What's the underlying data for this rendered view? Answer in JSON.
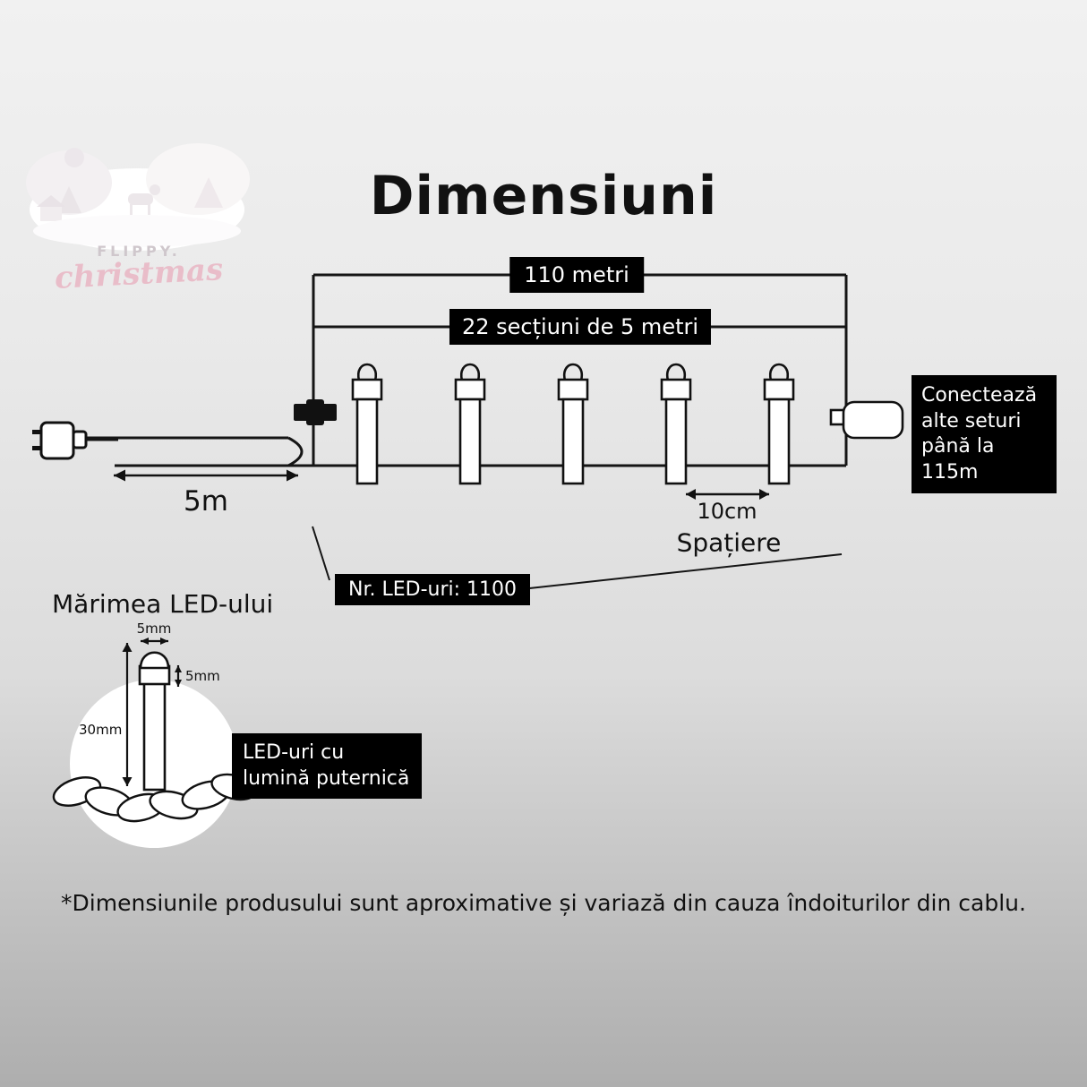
{
  "title": "Dimensiuni",
  "logo": {
    "brand": "FLIPPY.",
    "brand_script": "christmas"
  },
  "diagram": {
    "total_length": "110 metri",
    "sections": "22 secțiuni de 5 metri",
    "lead_length": "5m",
    "spacing_value": "10cm",
    "spacing_caption": "Spațiere",
    "led_count": "Nr. LED-uri: 1100",
    "connector_note": "Conectează alte seturi până la 115m",
    "led_bulb_count_visible": 5
  },
  "led_size": {
    "heading": "Mărimea LED-ului",
    "tip_width": "5mm",
    "cap_height": "5mm",
    "body_height": "30mm",
    "note": "LED-uri cu lumină puternică"
  },
  "footer": {
    "disclaimer": "*Dimensiunile produsului sunt aproximative și variază din cauza îndoiturilor din cablu."
  },
  "colors": {
    "label_bg": "#000000",
    "label_text": "#ffffff",
    "line": "#151515",
    "logo_pink": "#e9bdc9",
    "background_top": "#f1f1f1",
    "background_bottom": "#aeaeae"
  }
}
